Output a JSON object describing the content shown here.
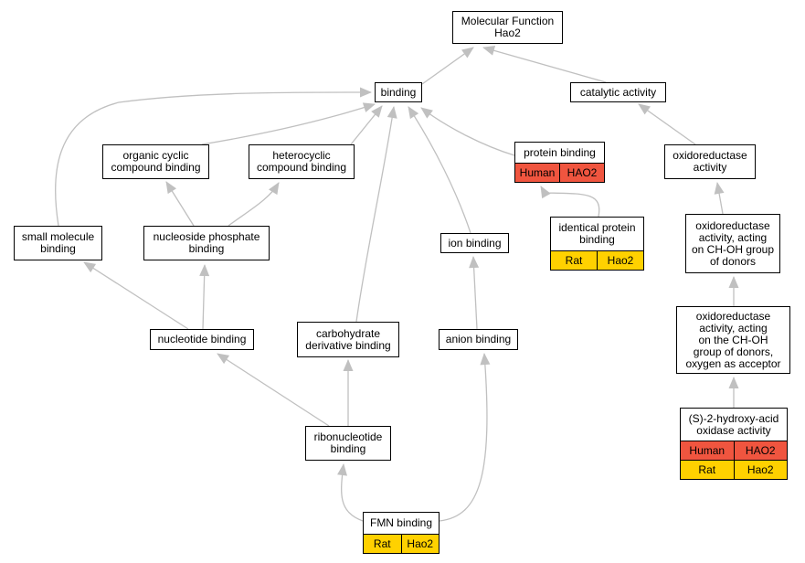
{
  "colors": {
    "edge": "#c0c0c0",
    "node_border": "#000000",
    "human": "#f0553f",
    "rat": "#ffd100"
  },
  "nodes": [
    {
      "id": "mf",
      "lines": [
        "Molecular Function",
        "Hao2"
      ]
    },
    {
      "id": "binding",
      "lines": [
        "binding"
      ]
    },
    {
      "id": "catalytic",
      "lines": [
        "catalytic activity"
      ]
    },
    {
      "id": "organic",
      "lines": [
        "organic cyclic",
        "compound binding"
      ]
    },
    {
      "id": "heterocyclic",
      "lines": [
        "heterocyclic",
        "compound binding"
      ]
    },
    {
      "id": "protein",
      "lines": [
        "protein binding"
      ],
      "annotations": [
        {
          "species": "Human",
          "gene": "HAO2"
        }
      ]
    },
    {
      "id": "oxidoreductase",
      "lines": [
        "oxidoreductase",
        "activity"
      ]
    },
    {
      "id": "small",
      "lines": [
        "small molecule",
        "binding"
      ]
    },
    {
      "id": "nucleoside",
      "lines": [
        "nucleoside phosphate",
        "binding"
      ]
    },
    {
      "id": "ion",
      "lines": [
        "ion binding"
      ]
    },
    {
      "id": "identical",
      "lines": [
        "identical protein",
        "binding"
      ],
      "annotations": [
        {
          "species": "Rat",
          "gene": "Hao2"
        }
      ]
    },
    {
      "id": "oxchoh",
      "lines": [
        "oxidoreductase",
        "activity, acting",
        "on CH-OH group",
        "of donors"
      ]
    },
    {
      "id": "nucleotide",
      "lines": [
        "nucleotide binding"
      ]
    },
    {
      "id": "carbo",
      "lines": [
        "carbohydrate",
        "derivative binding"
      ]
    },
    {
      "id": "anion",
      "lines": [
        "anion binding"
      ]
    },
    {
      "id": "oxoxy",
      "lines": [
        "oxidoreductase",
        "activity, acting",
        "on the CH-OH",
        "group of donors,",
        "oxygen as acceptor"
      ]
    },
    {
      "id": "ribo",
      "lines": [
        "ribonucleotide",
        "binding"
      ]
    },
    {
      "id": "hydroxy",
      "lines": [
        "(S)-2-hydroxy-acid",
        "oxidase activity"
      ],
      "annotations": [
        {
          "species": "Human",
          "gene": "HAO2"
        },
        {
          "species": "Rat",
          "gene": "Hao2"
        }
      ]
    },
    {
      "id": "fmn",
      "lines": [
        "FMN binding"
      ],
      "annotations": [
        {
          "species": "Rat",
          "gene": "Hao2"
        }
      ]
    }
  ],
  "edges": [
    {
      "from": "binding",
      "to": "mf"
    },
    {
      "from": "catalytic",
      "to": "mf"
    },
    {
      "from": "small",
      "to": "binding"
    },
    {
      "from": "organic",
      "to": "binding"
    },
    {
      "from": "heterocyclic",
      "to": "binding"
    },
    {
      "from": "carbo",
      "to": "binding"
    },
    {
      "from": "ion",
      "to": "binding"
    },
    {
      "from": "protein",
      "to": "binding"
    },
    {
      "from": "oxidoreductase",
      "to": "catalytic"
    },
    {
      "from": "nucleoside",
      "to": "organic"
    },
    {
      "from": "nucleoside",
      "to": "heterocyclic"
    },
    {
      "from": "identical",
      "to": "protein"
    },
    {
      "from": "oxchoh",
      "to": "oxidoreductase"
    },
    {
      "from": "nucleotide",
      "to": "small"
    },
    {
      "from": "nucleotide",
      "to": "nucleoside"
    },
    {
      "from": "anion",
      "to": "ion"
    },
    {
      "from": "oxoxy",
      "to": "oxchoh"
    },
    {
      "from": "ribo",
      "to": "nucleotide"
    },
    {
      "from": "ribo",
      "to": "carbo"
    },
    {
      "from": "hydroxy",
      "to": "oxoxy"
    },
    {
      "from": "fmn",
      "to": "ribo"
    },
    {
      "from": "fmn",
      "to": "anion"
    }
  ]
}
